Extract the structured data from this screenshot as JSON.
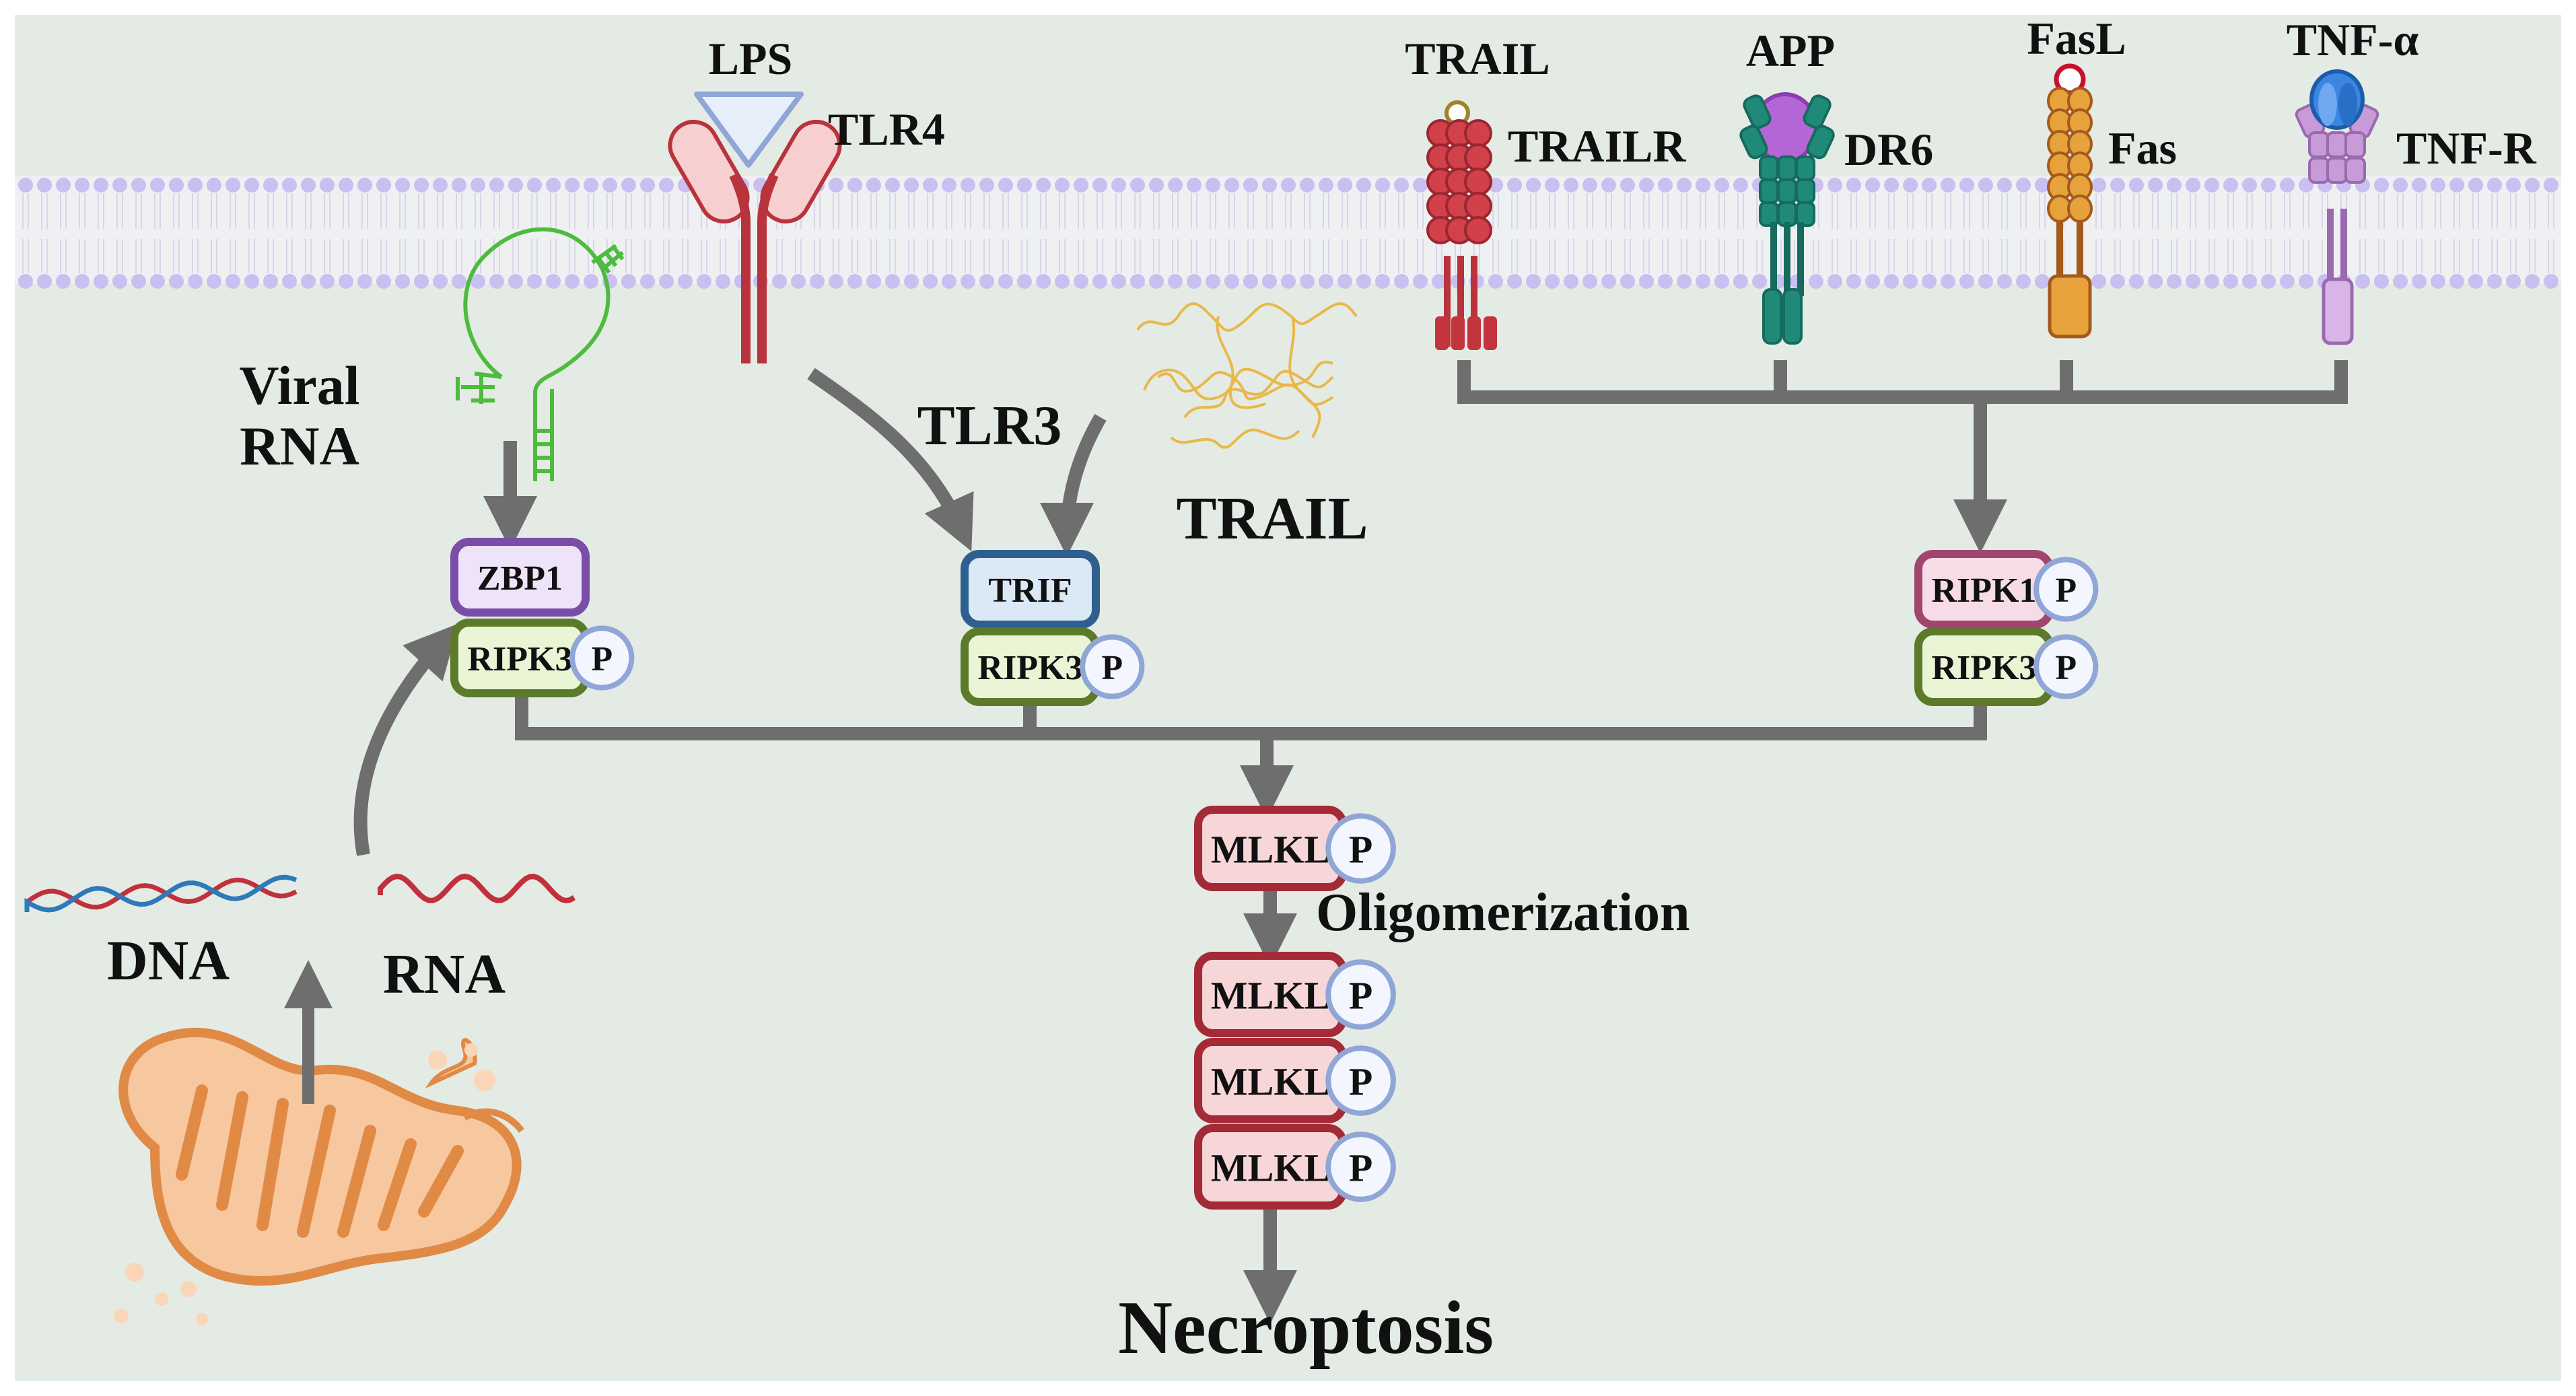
{
  "colors": {
    "background": "#e4ebe4",
    "membrane_head": "#c9bff0",
    "arrow": "#6e6e6e",
    "zbp1_border": "#7a4ea8",
    "zbp1_fill": "#efe3fa",
    "ripk3_border": "#5c7a2a",
    "ripk3_fill": "#eaf5d6",
    "trif_border": "#2e5f8e",
    "trif_fill": "#dbe8f6",
    "ripk1_border": "#a0466e",
    "ripk1_fill": "#f7dbe7",
    "mlkl_border": "#a32a36",
    "mlkl_fill": "#f7d6d8",
    "p_border": "#8fa6d6",
    "p_fill": "#f4f6ff",
    "tlr4": "#b8333c",
    "trailr": "#d2404a",
    "dr6": "#1f8a78",
    "app": "#b566d6",
    "fas": "#e7a23c",
    "fasl": "#c8102e",
    "tnfr": "#c79ad8",
    "tnfa": "#3a86e0",
    "viral_rna": "#4dbb3e",
    "trail_squiggle": "#e8b84a",
    "dna_red": "#c0313b",
    "dna_blue": "#2e7ab8",
    "rna": "#c0313b",
    "mito_outer": "#e08a45",
    "mito_fill": "#f7c79f"
  },
  "icons": [
    "mitochondrion-icon",
    "dna-helix-icon",
    "rna-strand-icon",
    "viral-rna-icon",
    "trail-ligand-icon",
    "membrane-icon"
  ],
  "labels": {
    "lps": "LPS",
    "tlr4": "TLR4",
    "trail_top": "TRAIL",
    "trailr": "TRAILR",
    "app": "APP",
    "dr6": "DR6",
    "fasl": "FasL",
    "fas": "Fas",
    "tnfa": "TNF-α",
    "tnfr": "TNF-R",
    "viral_rna_line1": "Viral",
    "viral_rna_line2": "RNA",
    "tlr3": "TLR3",
    "trail_mid": "TRAIL",
    "dna": "DNA",
    "rna": "RNA",
    "oligomerization": "Oligomerization",
    "necroptosis": "Necroptosis"
  },
  "boxes": {
    "zbp1": "ZBP1",
    "ripk3_left": "RIPK3",
    "trif": "TRIF",
    "ripk3_mid": "RIPK3",
    "ripk1": "RIPK1",
    "ripk3_right": "RIPK3",
    "mlkl_1": "MLKL",
    "mlkl_2": "MLKL",
    "mlkl_3": "MLKL",
    "mlkl_4": "MLKL",
    "p": "P"
  }
}
